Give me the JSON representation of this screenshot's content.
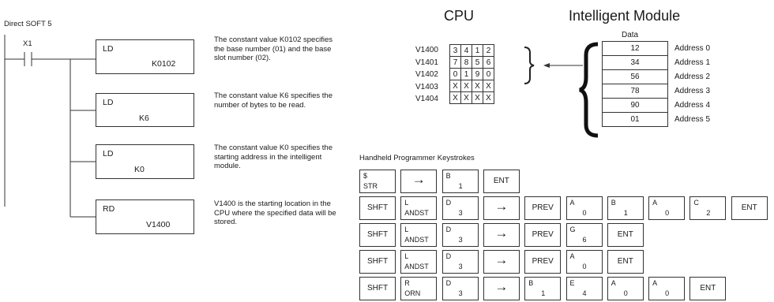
{
  "title": "Direct SOFT 5",
  "contact_label": "X1",
  "instructions": [
    {
      "op": "LD",
      "arg": "K0102",
      "desc": "The constant value K0102 specifies the base number (01) and the base slot number (02)."
    },
    {
      "op": "LD",
      "arg": "K6",
      "desc": "The constant value K6 specifies the number of bytes to be read."
    },
    {
      "op": "LD",
      "arg": "K0",
      "desc": "The constant value K0 specifies the starting address in the intelligent module."
    },
    {
      "op": "RD",
      "arg": "V1400",
      "desc": "V1400 is the starting location in the CPU where the specified data will be stored."
    }
  ],
  "cpu_title": "CPU",
  "module_title": "Intelligent Module",
  "cpu_rows": [
    {
      "addr": "V1400",
      "cells": [
        "3",
        "4",
        "1",
        "2"
      ]
    },
    {
      "addr": "V1401",
      "cells": [
        "7",
        "8",
        "5",
        "6"
      ]
    },
    {
      "addr": "V1402",
      "cells": [
        "0",
        "1",
        "9",
        "0"
      ]
    },
    {
      "addr": "V1403",
      "cells": [
        "X",
        "X",
        "X",
        "X"
      ]
    },
    {
      "addr": "V1404",
      "cells": [
        "X",
        "X",
        "X",
        "X"
      ]
    }
  ],
  "module_data_header": "Data",
  "module_rows": [
    {
      "value": "12",
      "addr": "Address 0"
    },
    {
      "value": "34",
      "addr": "Address 1"
    },
    {
      "value": "56",
      "addr": "Address 2"
    },
    {
      "value": "78",
      "addr": "Address 3"
    },
    {
      "value": "90",
      "addr": "Address 4"
    },
    {
      "value": "01",
      "addr": "Address 5"
    }
  ],
  "keystrokes_title": "Handheld Programmer Keystrokes",
  "keystroke_rows": [
    [
      {
        "top": "$",
        "sub": "STR"
      },
      {
        "arrow": "→"
      },
      {
        "top": "B",
        "sub": "1"
      },
      {
        "label": "ENT"
      }
    ],
    [
      {
        "label": "SHFT"
      },
      {
        "top": "L",
        "sub": "ANDST"
      },
      {
        "top": "D",
        "sub": "3"
      },
      {
        "arrow": "→"
      },
      {
        "label": "PREV"
      },
      {
        "top": "A",
        "sub": "0"
      },
      {
        "top": "B",
        "sub": "1"
      },
      {
        "top": "A",
        "sub": "0"
      },
      {
        "top": "C",
        "sub": "2"
      },
      {
        "label": "ENT"
      }
    ],
    [
      {
        "label": "SHFT"
      },
      {
        "top": "L",
        "sub": "ANDST"
      },
      {
        "top": "D",
        "sub": "3"
      },
      {
        "arrow": "→"
      },
      {
        "label": "PREV"
      },
      {
        "top": "G",
        "sub": "6"
      },
      {
        "label": "ENT"
      }
    ],
    [
      {
        "label": "SHFT"
      },
      {
        "top": "L",
        "sub": "ANDST"
      },
      {
        "top": "D",
        "sub": "3"
      },
      {
        "arrow": "→"
      },
      {
        "label": "PREV"
      },
      {
        "top": "A",
        "sub": "0"
      },
      {
        "label": "ENT"
      }
    ],
    [
      {
        "label": "SHFT"
      },
      {
        "top": "R",
        "sub": "ORN"
      },
      {
        "top": "D",
        "sub": "3"
      },
      {
        "arrow": "→"
      },
      {
        "top": "B",
        "sub": "1"
      },
      {
        "top": "E",
        "sub": "4"
      },
      {
        "top": "A",
        "sub": "0"
      },
      {
        "top": "A",
        "sub": "0"
      },
      {
        "label": "ENT"
      }
    ]
  ]
}
